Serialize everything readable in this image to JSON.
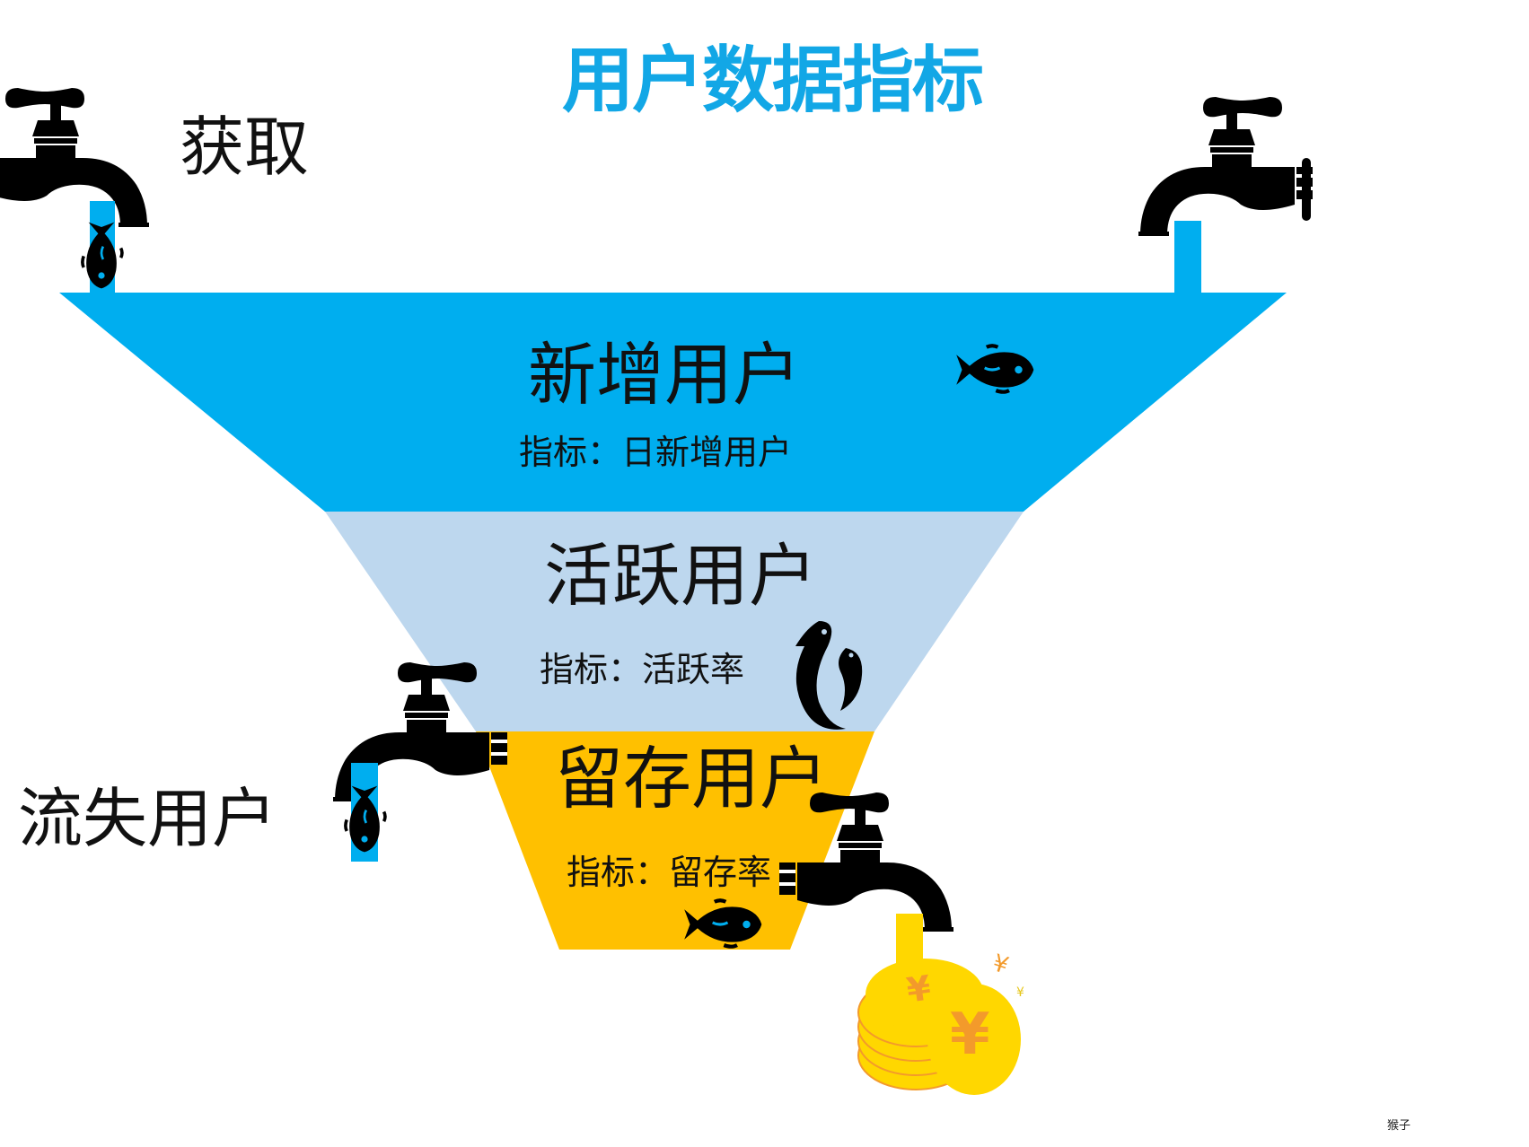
{
  "title": "用户数据指标",
  "colors": {
    "title": "#12a7e6",
    "stage_new": "#00aeef",
    "stage_active": "#bdd7ee",
    "stage_retained": "#ffc000",
    "water": "#00aeef",
    "gold": "#ffd700",
    "gold_symbol": "#f39a2b",
    "icon": "#000000"
  },
  "side_labels": {
    "acquire": "获取",
    "churn": "流失用户"
  },
  "stages": [
    {
      "name": "新增用户",
      "metric": "指标：日新增用户"
    },
    {
      "name": "活跃用户",
      "metric": "指标：活跃率"
    },
    {
      "name": "留存用户",
      "metric": "指标：留存率"
    }
  ],
  "icons": {
    "faucet": "faucet-icon",
    "fish": "fish-icon",
    "coins": "yuan-coins-icon",
    "yuan_symbol": "¥"
  },
  "watermark": "猴子"
}
